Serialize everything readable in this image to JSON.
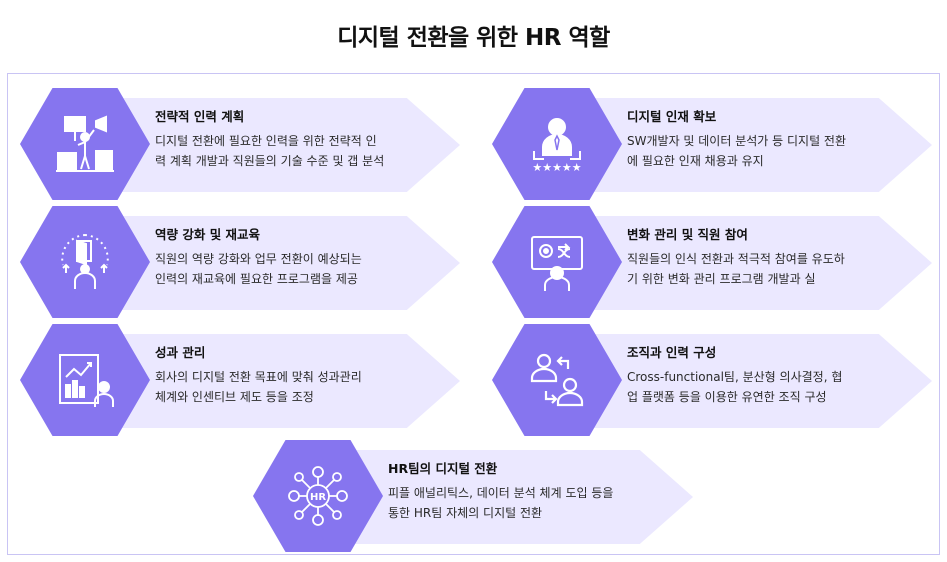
{
  "title": "디지털 전환을 위한  HR 역할",
  "colors": {
    "hexagon": "#8675ef",
    "arrow": "#ebe8ff",
    "frame_border": "#c9c4f4",
    "icon": "#ffffff"
  },
  "items": [
    {
      "icon": "protest-sign-icon",
      "title": "전략적 인력 계획",
      "desc1": "디지털 전환에 필요한 인력을 위한 전략적 인",
      "desc2": "력 계획 개발과 직원들의 기술 수준 및 갭 분석"
    },
    {
      "icon": "rated-employee-icon",
      "title": "디지털 인재 확보",
      "desc1": "SW개발자 및 데이터 분석가 등 디지털 전환",
      "desc2": "에 필요한 인재 채용과 유지"
    },
    {
      "icon": "growth-door-icon",
      "title": "역량 강화 및 재교육",
      "desc1": "직원의 역량 강화와 업무 전환이 예상되는",
      "desc2": "인력의 재교육에 필요한 프로그램을 제공"
    },
    {
      "icon": "presentation-board-icon",
      "title": "변화 관리 및 직원 참여",
      "desc1": "직원들의 인식 전환과 적극적 참여를 유도하",
      "desc2": "기 위한 변화 관리 프로그램 개발과 실"
    },
    {
      "icon": "performance-chart-icon",
      "title": "성과 관리",
      "desc1": "회사의 디지털 전환 목표에 맞춰 성과관리",
      "desc2": "체계와 인센티브 제도 등을 조정"
    },
    {
      "icon": "people-exchange-icon",
      "title": "조직과 인력 구성",
      "desc1": "Cross-functional팀, 분산형 의사결정, 협",
      "desc2": "업 플랫폼 등을 이용한 유연한 조직 구성"
    },
    {
      "icon": "hr-network-icon",
      "title": "HR팀의 디지털 전환",
      "desc1": "피플 애널리틱스, 데이터 분석 체계 도입 등을",
      "desc2": "통한 HR팀 자체의 디지털 전환",
      "hr_badge": "HR"
    }
  ]
}
